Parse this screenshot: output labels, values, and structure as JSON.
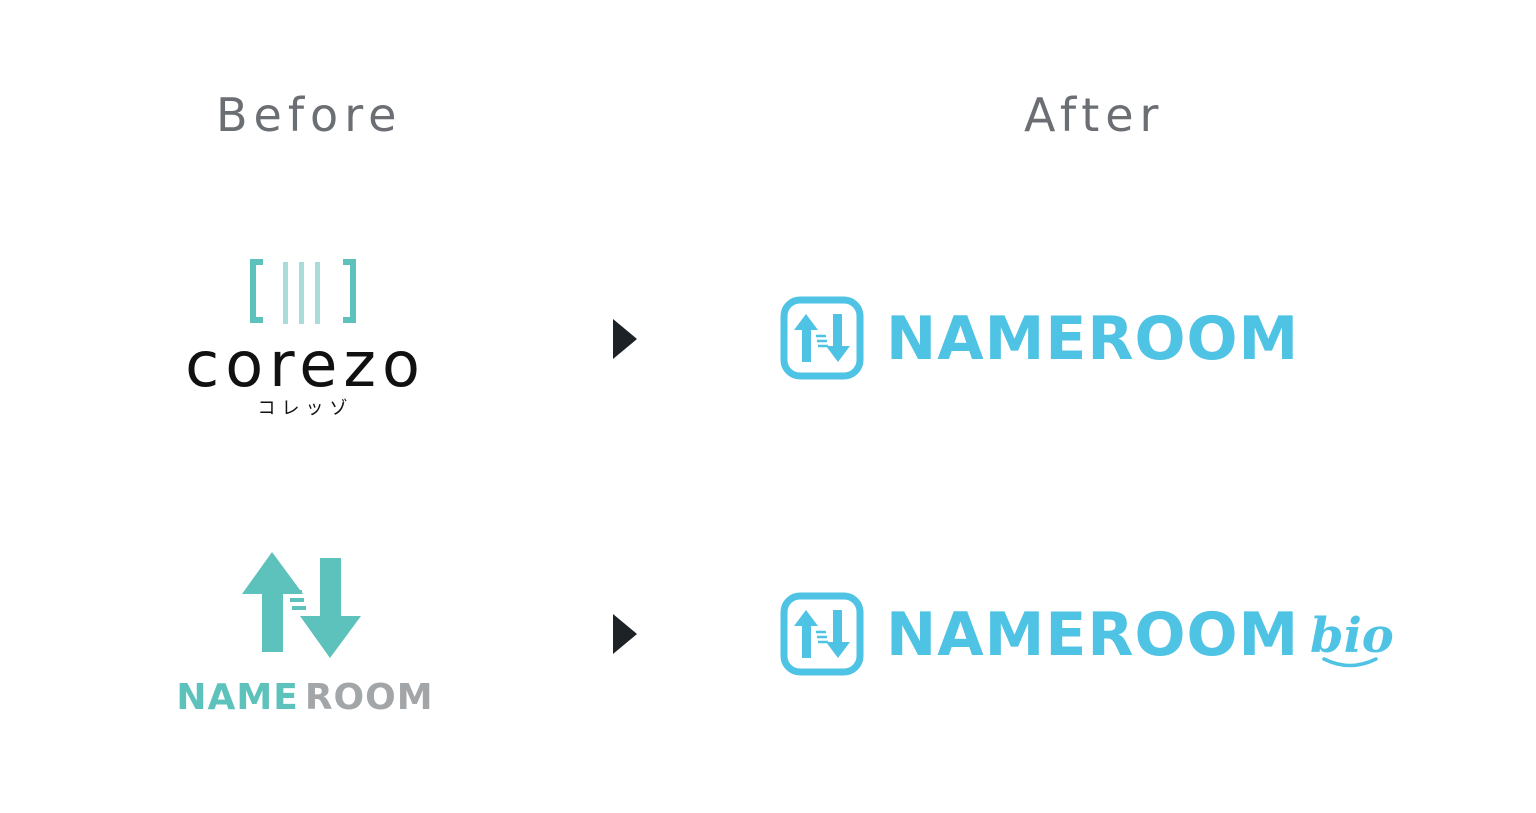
{
  "headings": {
    "before": "Before",
    "after": "After"
  },
  "rows": [
    {
      "before": {
        "wordmark": "corezo",
        "katakana": "コレッゾ",
        "icon": "bracket-bars-icon"
      },
      "after": {
        "wordmark": "NAMEROOM",
        "icon": "up-down-arrows-badge-icon"
      }
    },
    {
      "before": {
        "wordmark_part1": "NAME",
        "wordmark_part2": "ROOM",
        "icon": "up-down-arrows-icon"
      },
      "after": {
        "wordmark": "NAMEROOM",
        "suffix": "bio",
        "icon": "up-down-arrows-badge-icon"
      }
    }
  ],
  "colors": {
    "heading": "#6b6e72",
    "teal": "#5cc2bb",
    "teal_light": "#a8dcd8",
    "nameroom_gray": "#a3a6a8",
    "brand_blue": "#4fc3e3",
    "dark": "#1d2227"
  },
  "connector_icon": "triangle-right-icon"
}
